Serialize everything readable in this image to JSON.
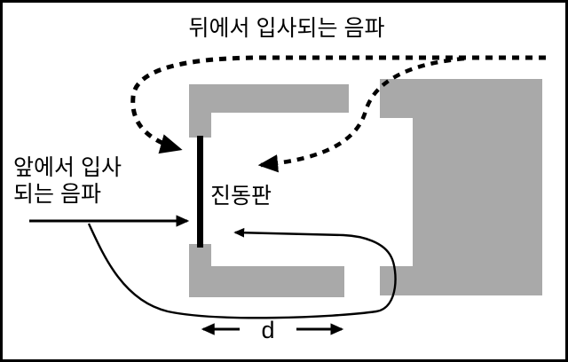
{
  "diagram": {
    "labels": {
      "back_wave": "뒤에서 입사되는 음파",
      "front_wave_line1": "앞에서 입사",
      "front_wave_line2": "되는 음파",
      "diaphragm": "진동판",
      "distance": "d"
    },
    "colors": {
      "block_gray": "#a9a9a9",
      "line_black": "#000000",
      "background": "#ffffff"
    }
  }
}
